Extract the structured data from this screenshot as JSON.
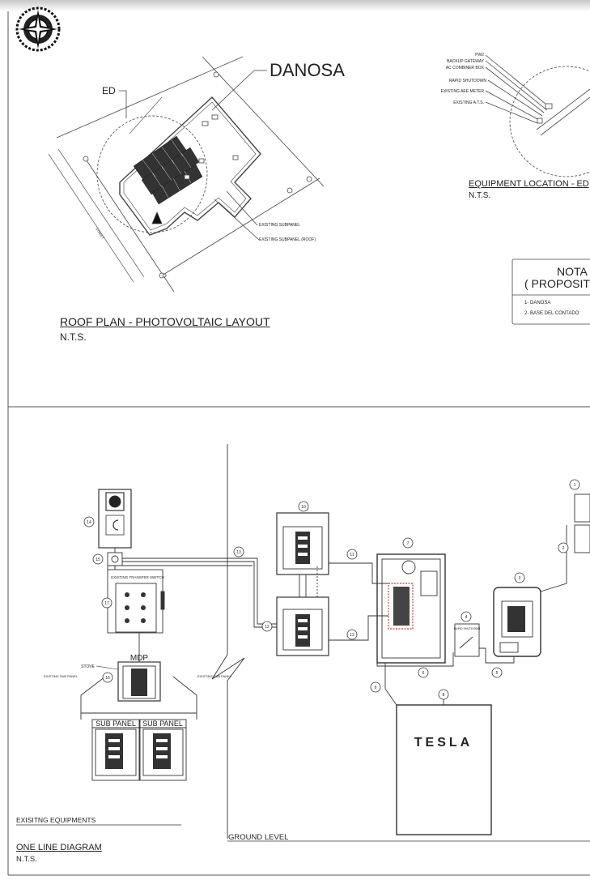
{
  "roof_plan": {
    "brand": "DANOSA",
    "ed_label": "ED",
    "street": "STREET",
    "existing_subpanel": "EXISTING SUBPANEL",
    "existing_subpanel_roof": "EXISTING SUBPANEL (ROOF)",
    "title": "ROOF PLAN - PHOTOVOLTAIC LAYOUT",
    "scale": "N.T.S."
  },
  "equipment_location": {
    "labels": [
      "PW2",
      "BACKUP GATEWAY",
      "AC COMBINER BOX",
      "RAPID SHUTDOWN",
      "EXISTING AEE METER",
      "EXISTING A.T.S."
    ],
    "title": "EQUIPMENT LOCATION - ED",
    "scale": "N.T.S."
  },
  "notes": {
    "title": "NOTA",
    "subtitle": "( PROPOSIT",
    "items": [
      "1- DANOSA",
      "2- BASE DEL CONTADO"
    ]
  },
  "one_line": {
    "existing_transfer_switch": "EXISTING TRANSFER SWITCH",
    "mdp": "MDP",
    "stove": "STOVE",
    "existing_sub_panel_left": "EXISTING SUB PANEL",
    "existing_sub_panel_right": "EXISTING SUB PANEL",
    "sub_panel_1": "SUB PANEL",
    "sub_panel_2": "SUB PANEL",
    "rapid_shutdown": "RAPID SHUTDOWN",
    "tesla": "TESLA",
    "existing_equipments": "EXISITNG EQUIPMENTS",
    "ground_level": "GROUND LEVEL",
    "title": "ONE LINE DIAGRAM",
    "scale": "N.T.S.",
    "callouts": [
      "1",
      "2",
      "3",
      "4",
      "5",
      "6",
      "7",
      "8",
      "9",
      "10",
      "11",
      "12",
      "13",
      "13",
      "14",
      "15",
      "16",
      "17"
    ]
  }
}
